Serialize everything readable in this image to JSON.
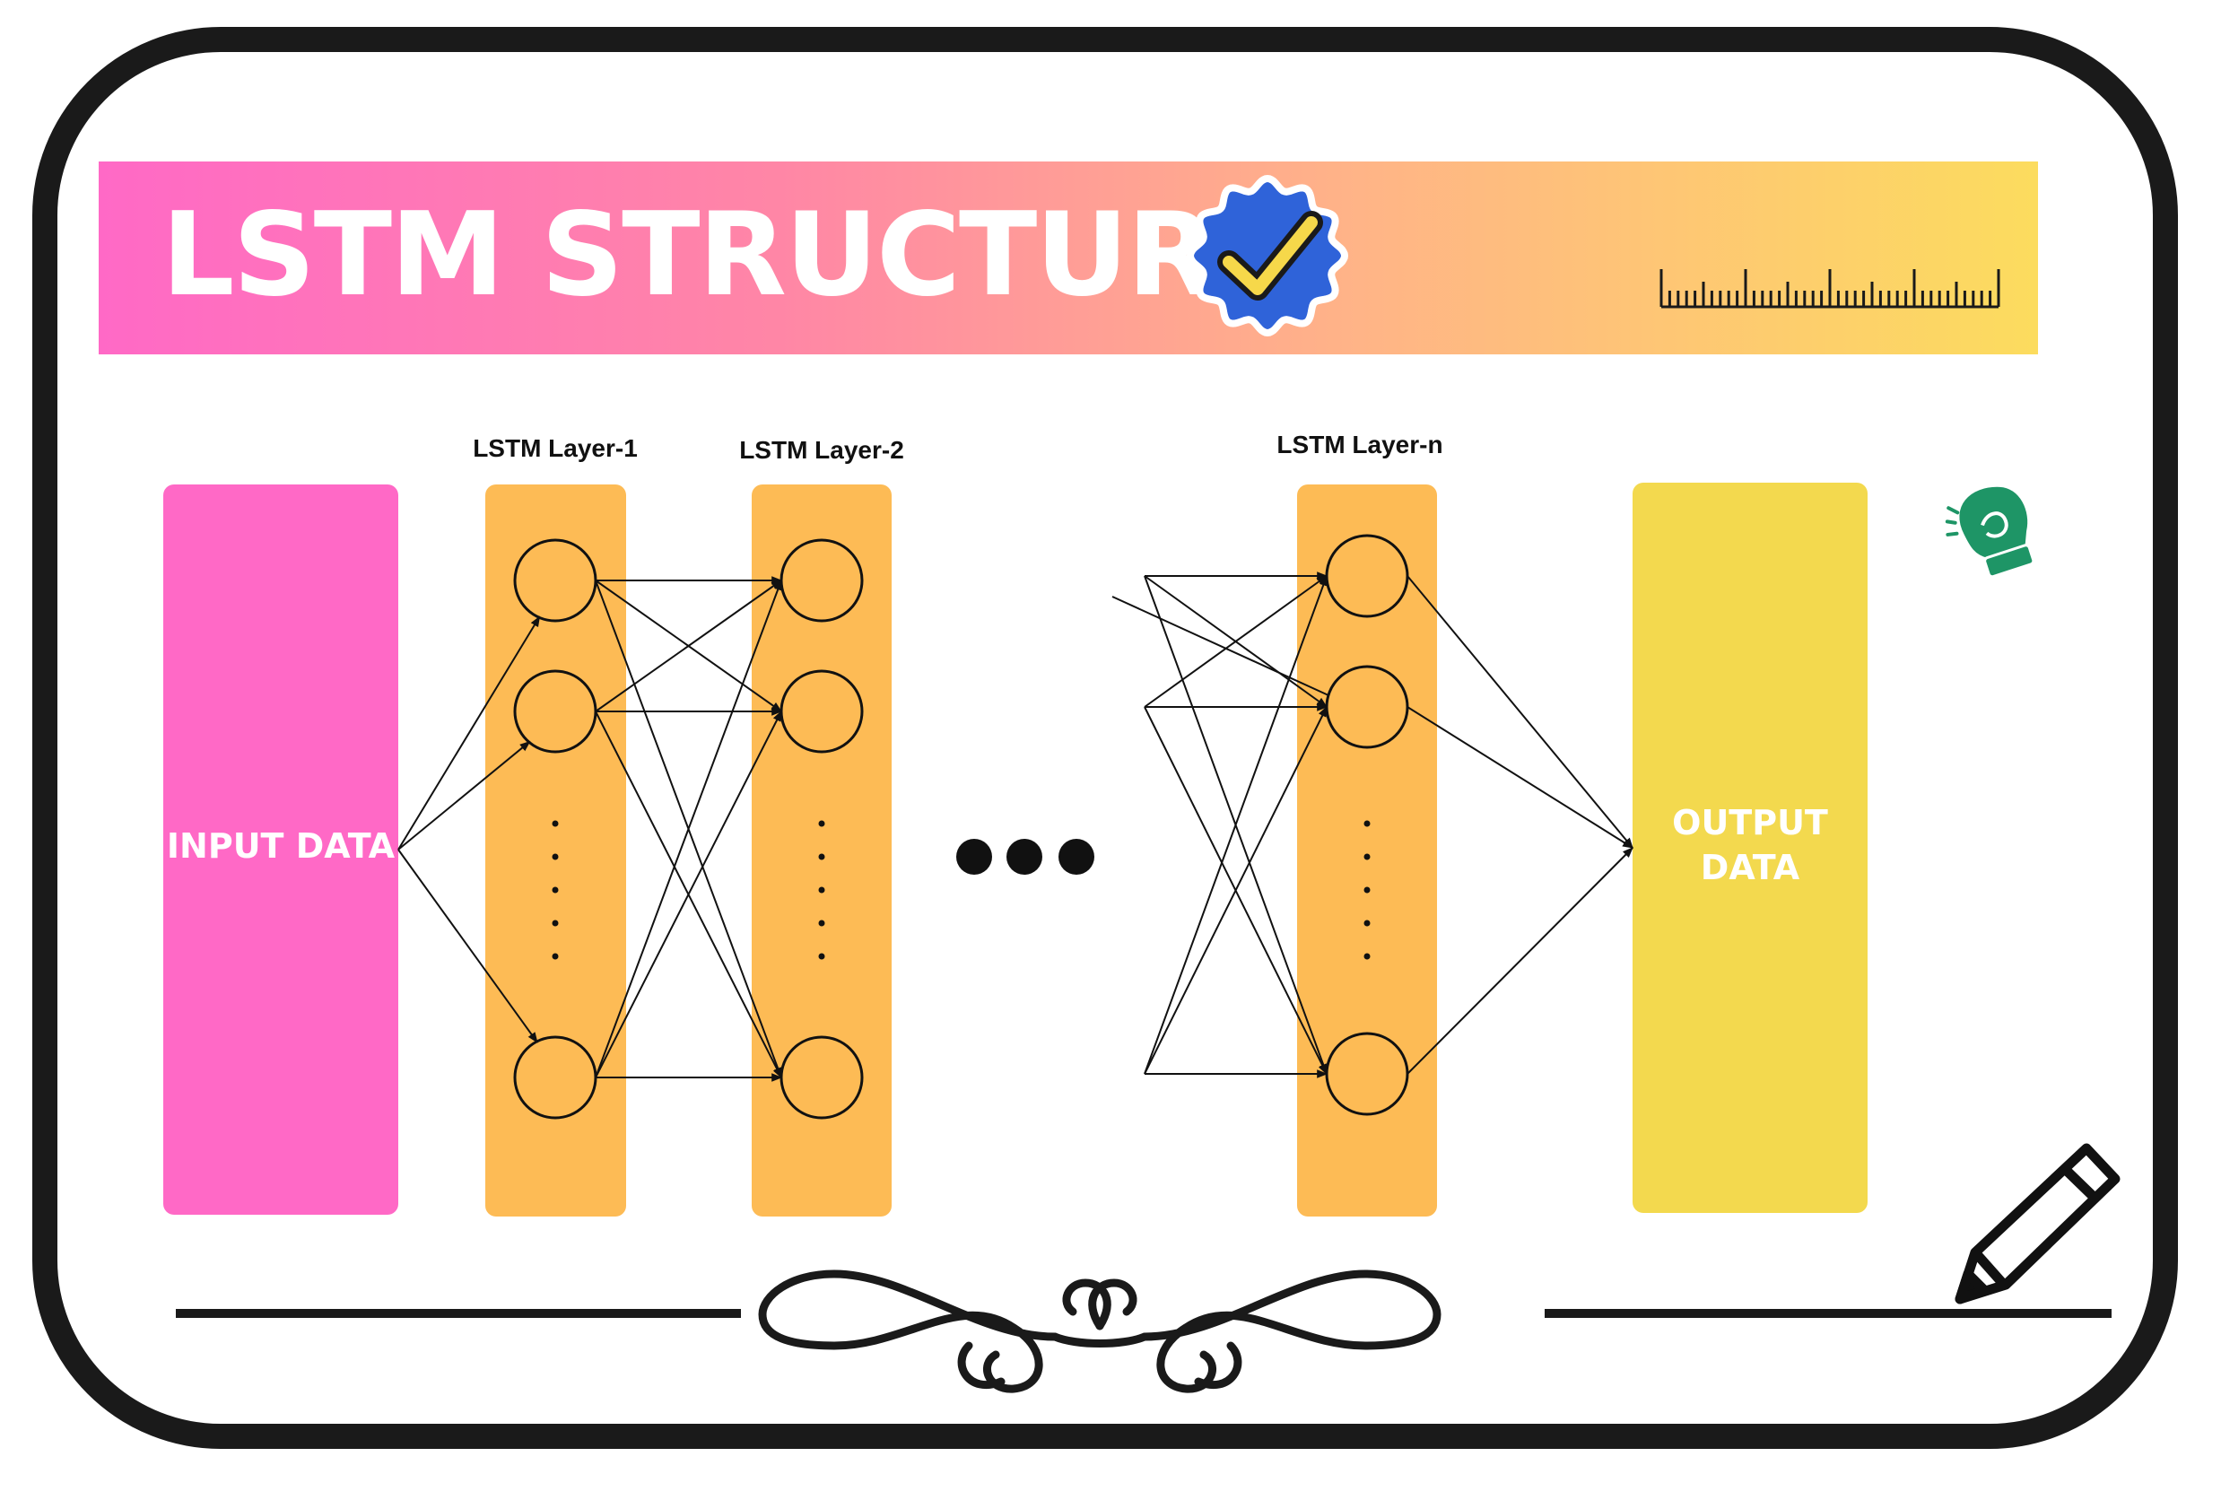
{
  "title": "LSTM STRUCTURE",
  "colors": {
    "frame": "#1a1a1a",
    "input_block": "#ff69c6",
    "layer_column": "#fdbb55",
    "output_block": "#f3d94e",
    "badge": "#2f63d9",
    "check": "#f6d84a",
    "boxing_glove": "#1e9566"
  },
  "icons": [
    "verified-badge-icon",
    "ruler-icon",
    "boxing-glove-icon",
    "pencil-icon",
    "ornament-divider-icon"
  ],
  "input": {
    "label": "INPUT DATA"
  },
  "output": {
    "label_line1": "OUTPUT",
    "label_line2": "DATA"
  },
  "layers": [
    {
      "label": "LSTM Layer-1"
    },
    {
      "label": "LSTM Layer-2"
    },
    {
      "label": "LSTM Layer-n"
    }
  ]
}
